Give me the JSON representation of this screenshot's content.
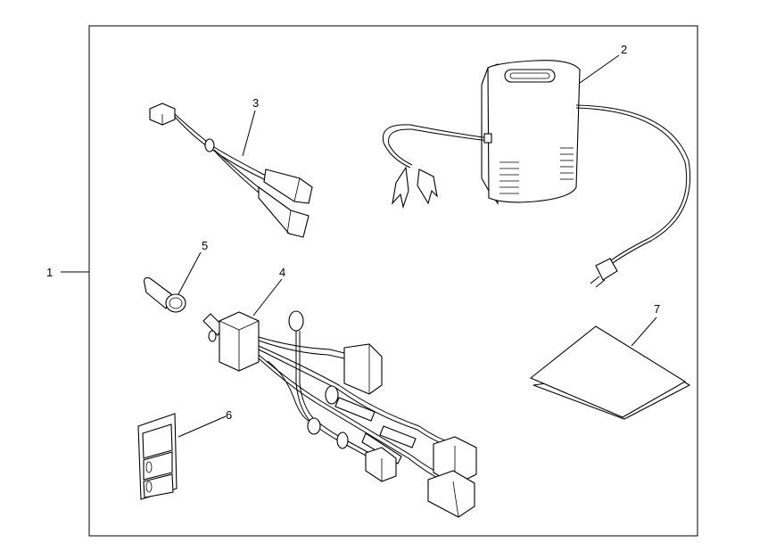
{
  "callouts": {
    "kit": "1",
    "charger": "2",
    "adapter_harness": "3",
    "switch_harness": "4",
    "switch_cap": "5",
    "decal": "6",
    "instructions": "7"
  }
}
